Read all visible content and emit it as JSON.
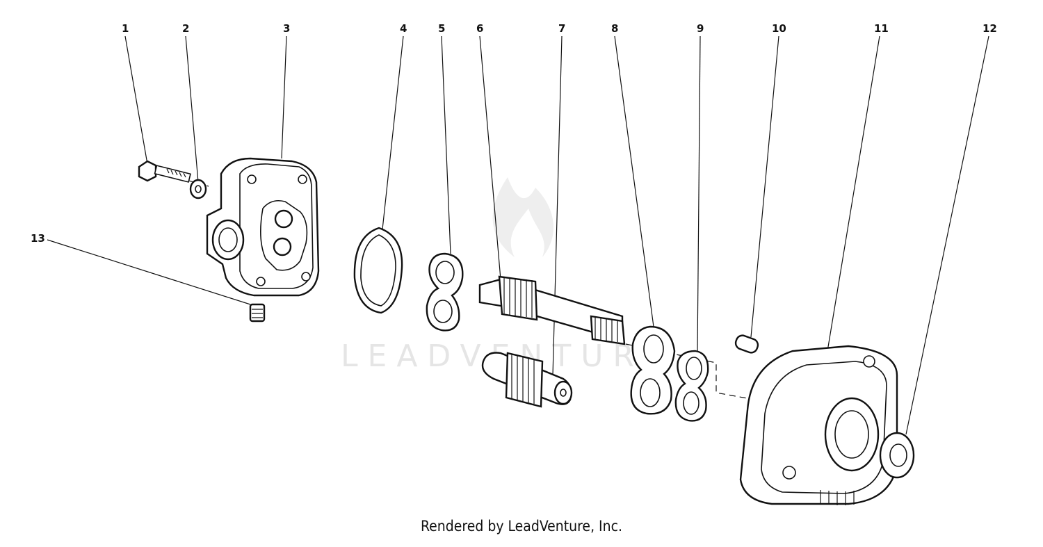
{
  "watermark": {
    "text": "LEADVENTURE"
  },
  "footer": {
    "credit": "Rendered by LeadVenture, Inc."
  },
  "callouts": [
    {
      "id": "1",
      "part": "bolt"
    },
    {
      "id": "2",
      "part": "washer"
    },
    {
      "id": "3",
      "part": "pump-cover"
    },
    {
      "id": "4",
      "part": "o-ring"
    },
    {
      "id": "5",
      "part": "thin-plate"
    },
    {
      "id": "6",
      "part": "drive-gear-shaft"
    },
    {
      "id": "7",
      "part": "idler-gear"
    },
    {
      "id": "8",
      "part": "wear-plate"
    },
    {
      "id": "9",
      "part": "gasket"
    },
    {
      "id": "10",
      "part": "dowel-pin"
    },
    {
      "id": "11",
      "part": "pump-body"
    },
    {
      "id": "12",
      "part": "shaft-seal"
    },
    {
      "id": "13",
      "part": "pipe-plug"
    }
  ]
}
